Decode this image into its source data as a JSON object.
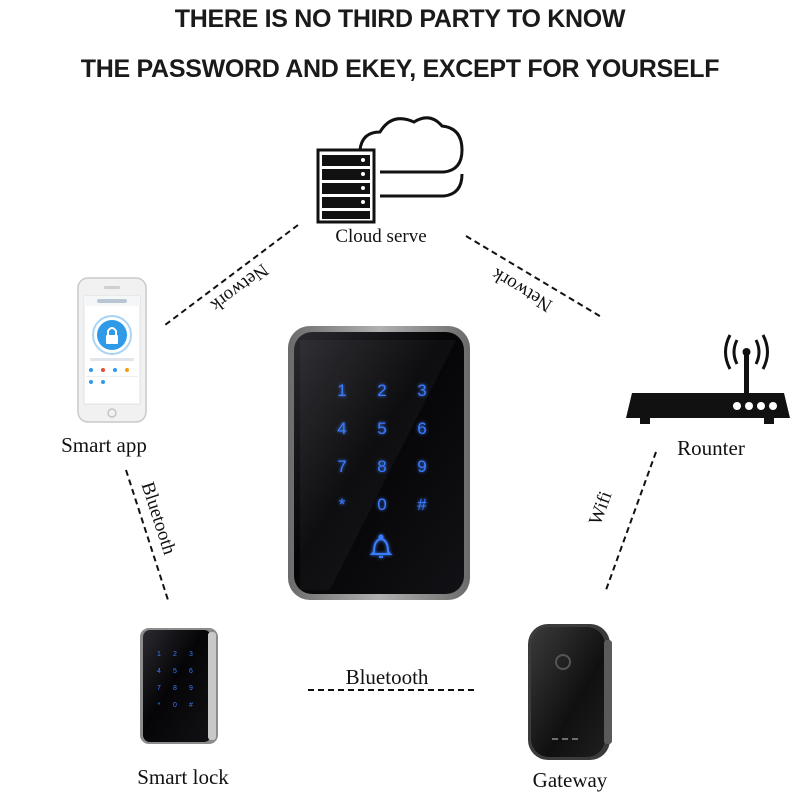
{
  "header": {
    "line1": "THERE IS NO THIRD PARTY TO KNOW",
    "line2": "THE PASSWORD AND EKEY, EXCEPT FOR YOURSELF"
  },
  "nodes": {
    "cloud": "Cloud serve",
    "app": "Smart app",
    "router": "Rounter",
    "lock": "Smart lock",
    "gateway": "Gateway"
  },
  "links": {
    "cloud_app": "Network",
    "cloud_router": "Network",
    "app_lock": "Bluetooth",
    "router_gateway": "Wifi",
    "lock_gateway": "Bluetooth"
  },
  "keypad": [
    "1",
    "2",
    "3",
    "4",
    "5",
    "6",
    "7",
    "8",
    "9",
    "*",
    "0",
    "#"
  ],
  "colors": {
    "key_glow": "#3a7bff",
    "device_body": "#0c0c0e",
    "frame": "#8a8a8a",
    "app_accent": "#2f9be8"
  }
}
